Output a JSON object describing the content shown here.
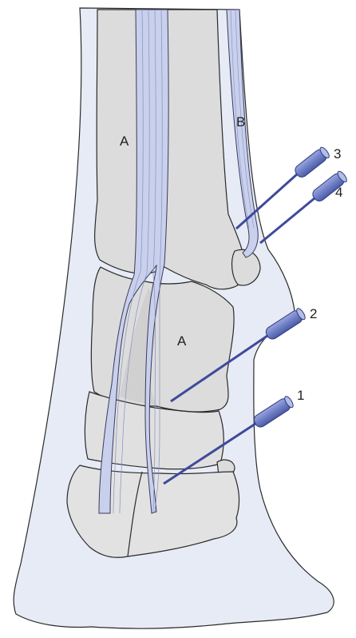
{
  "labels": {
    "tendon_a_upper": "A",
    "tendon_a_lower": "A",
    "tendon_b": "B",
    "needle_1": "1",
    "needle_2": "2",
    "needle_3": "3",
    "needle_4": "4"
  },
  "colors": {
    "skin": "#e6ebf6",
    "bone": "#dcdcdc",
    "bone_light": "#e6e6e6",
    "tendon": "#c9d0ec",
    "needle_shaft": "#3e4a9a",
    "needle_hub": "#6f7fc6",
    "outline": "#2a2a2a"
  }
}
